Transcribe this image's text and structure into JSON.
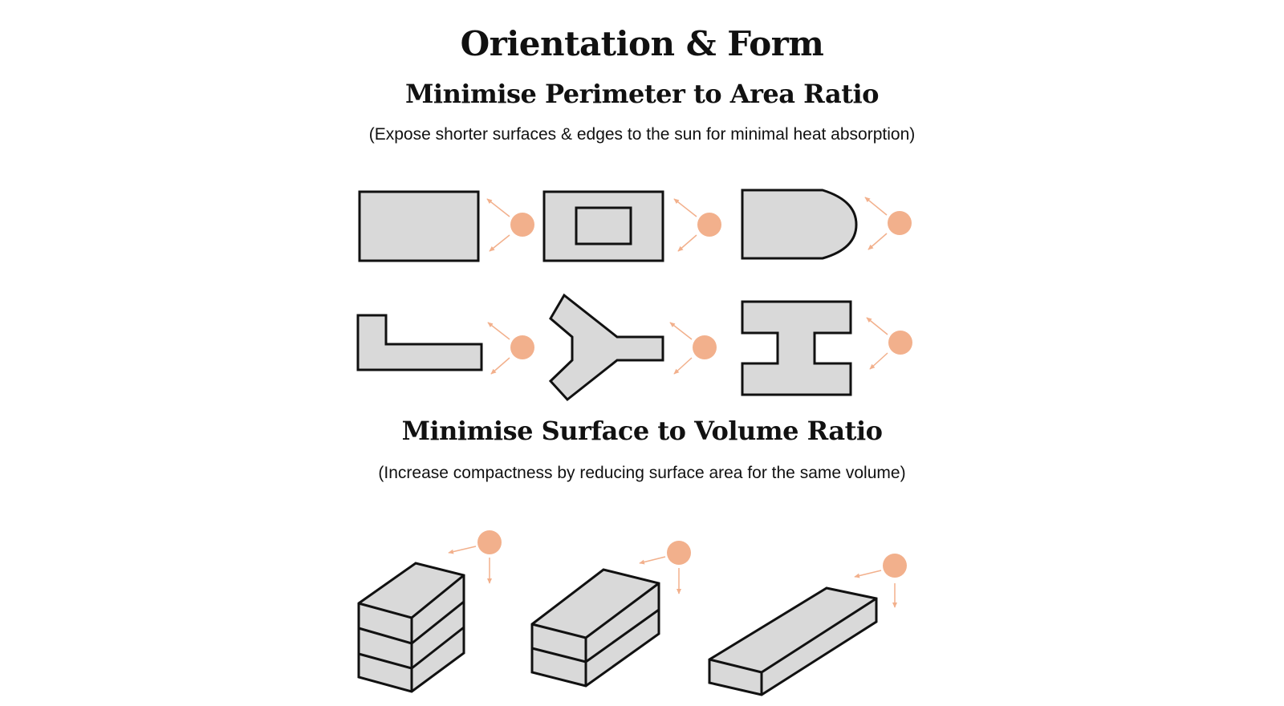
{
  "header": {
    "title": "Orientation & Form"
  },
  "section_perimeter": {
    "heading": "Minimise Perimeter to Area Ratio",
    "caption": "(Expose shorter surfaces & edges to the sun for minimal heat absorption)",
    "plan_shapes": [
      "rectangle",
      "courtyard-rectangle",
      "d-shape",
      "l-shape",
      "y-shape",
      "h-shape"
    ]
  },
  "section_surface": {
    "heading": "Minimise Surface to Volume Ratio",
    "caption": "(Increase compactness by reducing surface area for the same volume)",
    "volumes": [
      "three-storey-block",
      "two-storey-block",
      "single-storey-slab"
    ]
  },
  "colors": {
    "shape_fill": "#d9d9d9",
    "shape_stroke": "#111111",
    "sun": "#f2b08c",
    "sun_ray": "#f2b08c"
  }
}
